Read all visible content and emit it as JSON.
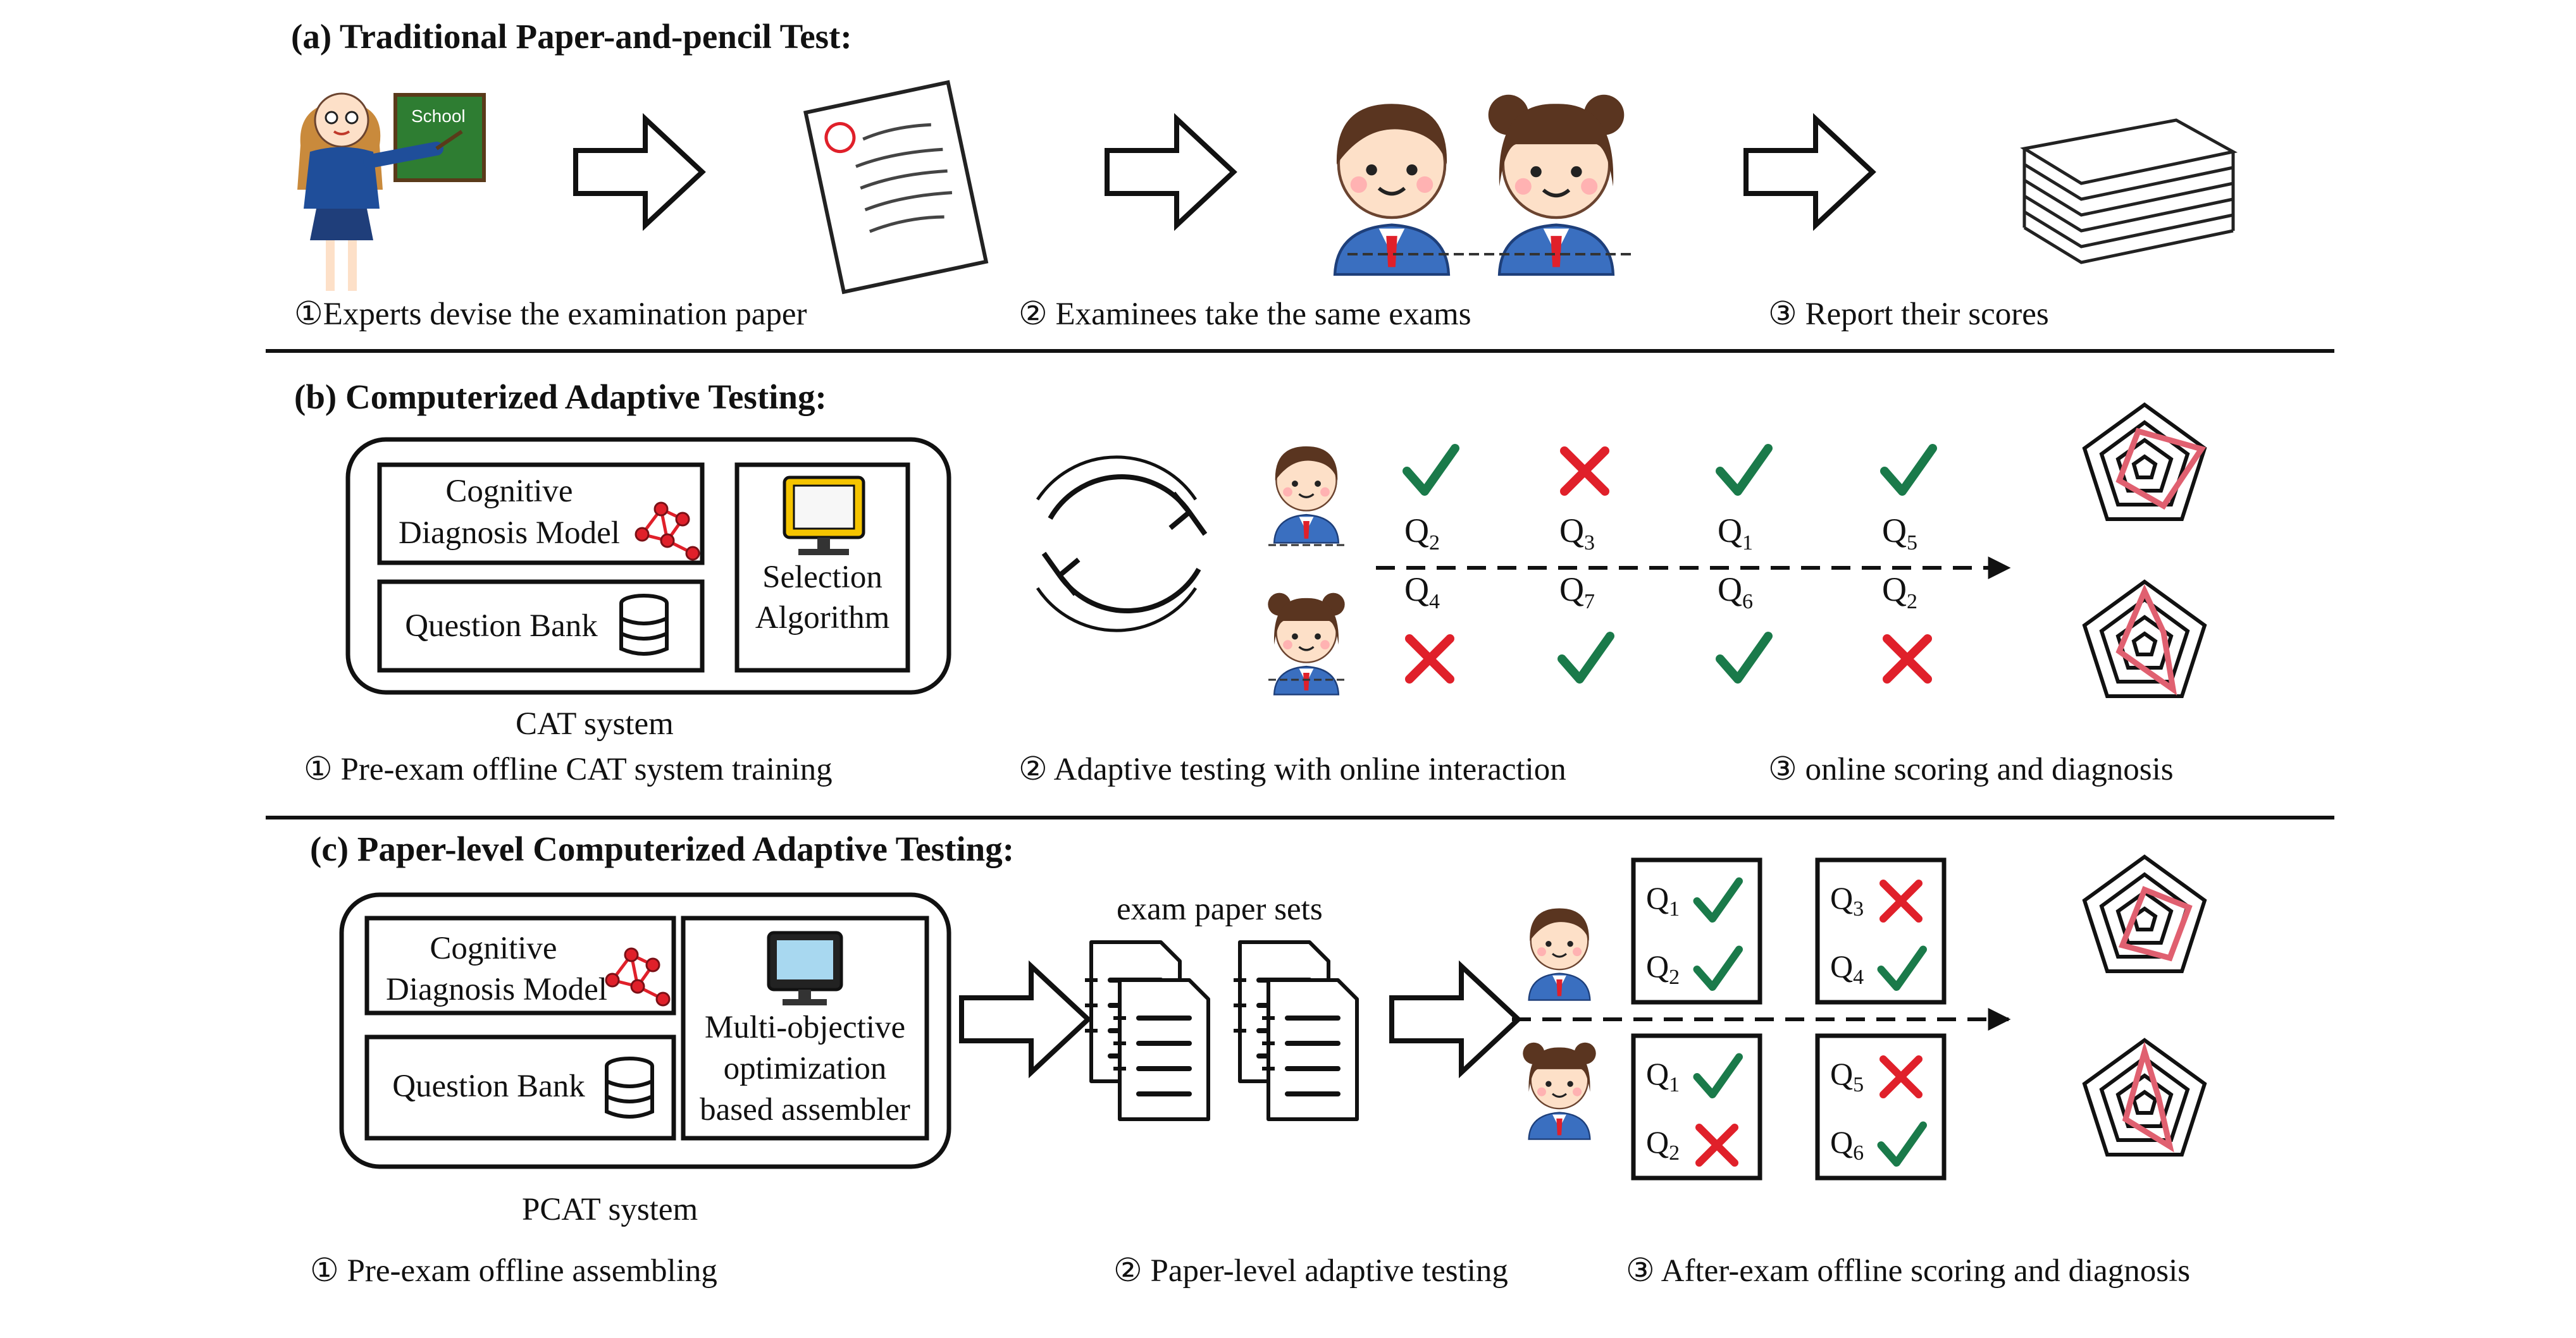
{
  "section_a": {
    "title": "(a) Traditional Paper-and-pencil Test:",
    "board_text": "School",
    "step1": "①Experts devise the examination paper",
    "step2": "② Examinees take the same exams",
    "step3": "③  Report their scores"
  },
  "section_b": {
    "title": "(b) Computerized Adaptive Testing:",
    "cdm_label_1": "Cognitive",
    "cdm_label_2": "Diagnosis Model",
    "qbank_label": "Question Bank",
    "selection_label_1": "Selection",
    "selection_label_2": "Algorithm",
    "system_label": "CAT system",
    "step1": "① Pre-exam offline CAT system training",
    "step2": "② Adaptive testing with online interaction",
    "step3": "③  online scoring and diagnosis",
    "student1_questions": [
      {
        "q": "Q",
        "sub": "2",
        "result": "correct"
      },
      {
        "q": "Q",
        "sub": "3",
        "result": "wrong"
      },
      {
        "q": "Q",
        "sub": "1",
        "result": "correct"
      },
      {
        "q": "Q",
        "sub": "5",
        "result": "correct"
      }
    ],
    "student2_questions": [
      {
        "q": "Q",
        "sub": "4",
        "result": "wrong"
      },
      {
        "q": "Q",
        "sub": "7",
        "result": "correct"
      },
      {
        "q": "Q",
        "sub": "6",
        "result": "correct"
      },
      {
        "q": "Q",
        "sub": "2",
        "result": "wrong"
      }
    ]
  },
  "section_c": {
    "title": "(c) Paper-level Computerized Adaptive Testing:",
    "cdm_label_1": "Cognitive",
    "cdm_label_2": "Diagnosis Model",
    "qbank_label": "Question Bank",
    "assembler_label_1": "Multi-objective",
    "assembler_label_2": "optimization",
    "assembler_label_3": "based assembler",
    "system_label": "PCAT system",
    "paper_sets_label": "exam paper sets",
    "step1": "①   Pre-exam offline assembling",
    "step2": "② Paper-level adaptive testing",
    "step3": "③ After-exam offline scoring and diagnosis",
    "student1_papers": [
      [
        {
          "q": "Q",
          "sub": "1",
          "result": "correct"
        },
        {
          "q": "Q",
          "sub": "2",
          "result": "correct"
        }
      ],
      [
        {
          "q": "Q",
          "sub": "3",
          "result": "wrong"
        },
        {
          "q": "Q",
          "sub": "4",
          "result": "correct"
        }
      ]
    ],
    "student2_papers": [
      [
        {
          "q": "Q",
          "sub": "1",
          "result": "correct"
        },
        {
          "q": "Q",
          "sub": "2",
          "result": "wrong"
        }
      ],
      [
        {
          "q": "Q",
          "sub": "5",
          "result": "wrong"
        },
        {
          "q": "Q",
          "sub": "6",
          "result": "correct"
        }
      ]
    ]
  },
  "colors": {
    "correct": "#1a7a4a",
    "wrong": "#e0202a",
    "radar_fill": "#e06070",
    "uniform": "#3a6fc0",
    "skin": "#fde0c8",
    "hair": "#5a3520"
  }
}
